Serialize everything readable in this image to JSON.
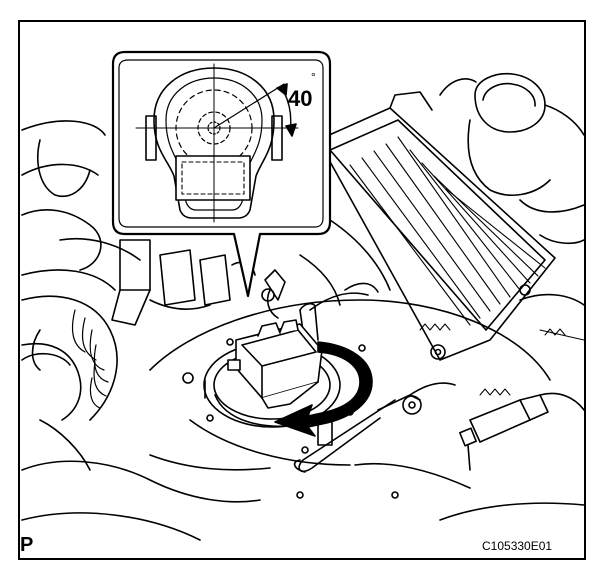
{
  "callout": {
    "angle_value": "40",
    "degree_symbol": "°"
  },
  "footer": {
    "view_letter": "P",
    "figure_code": "C105330E01"
  },
  "colors": {
    "line": "#000000",
    "background": "#ffffff"
  }
}
